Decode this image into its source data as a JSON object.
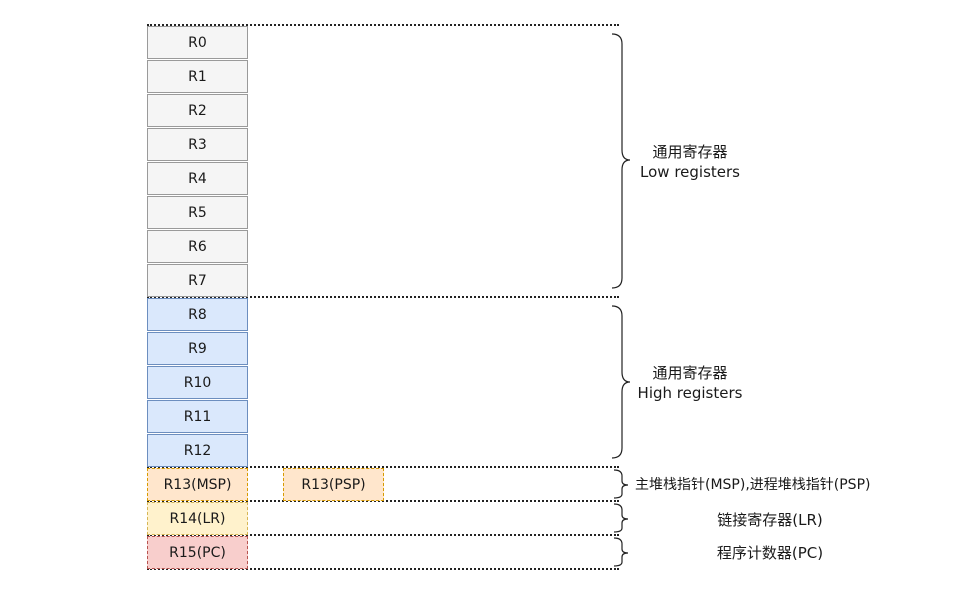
{
  "registers": {
    "r0": "R0",
    "r1": "R1",
    "r2": "R2",
    "r3": "R3",
    "r4": "R4",
    "r5": "R5",
    "r6": "R6",
    "r7": "R7",
    "r8": "R8",
    "r9": "R9",
    "r10": "R10",
    "r11": "R11",
    "r12": "R12",
    "r13_msp": "R13(MSP)",
    "r13_psp": "R13(PSP)",
    "r14": "R14(LR)",
    "r15": "R15(PC)"
  },
  "groups": {
    "low": {
      "line1": "通用寄存器",
      "line2": "Low registers"
    },
    "high": {
      "line1": "通用寄存器",
      "line2": "High registers"
    },
    "sp": "主堆栈指针(MSP),进程堆栈指针(PSP)",
    "lr": "链接寄存器(LR)",
    "pc": "程序计数器(PC)"
  },
  "colors": {
    "gray_fill": "#f5f5f5",
    "blue_fill": "#dae8fc",
    "orange_fill": "#ffe6cc",
    "yellow_fill": "#fff2cc",
    "red_fill": "#f8cecc"
  }
}
